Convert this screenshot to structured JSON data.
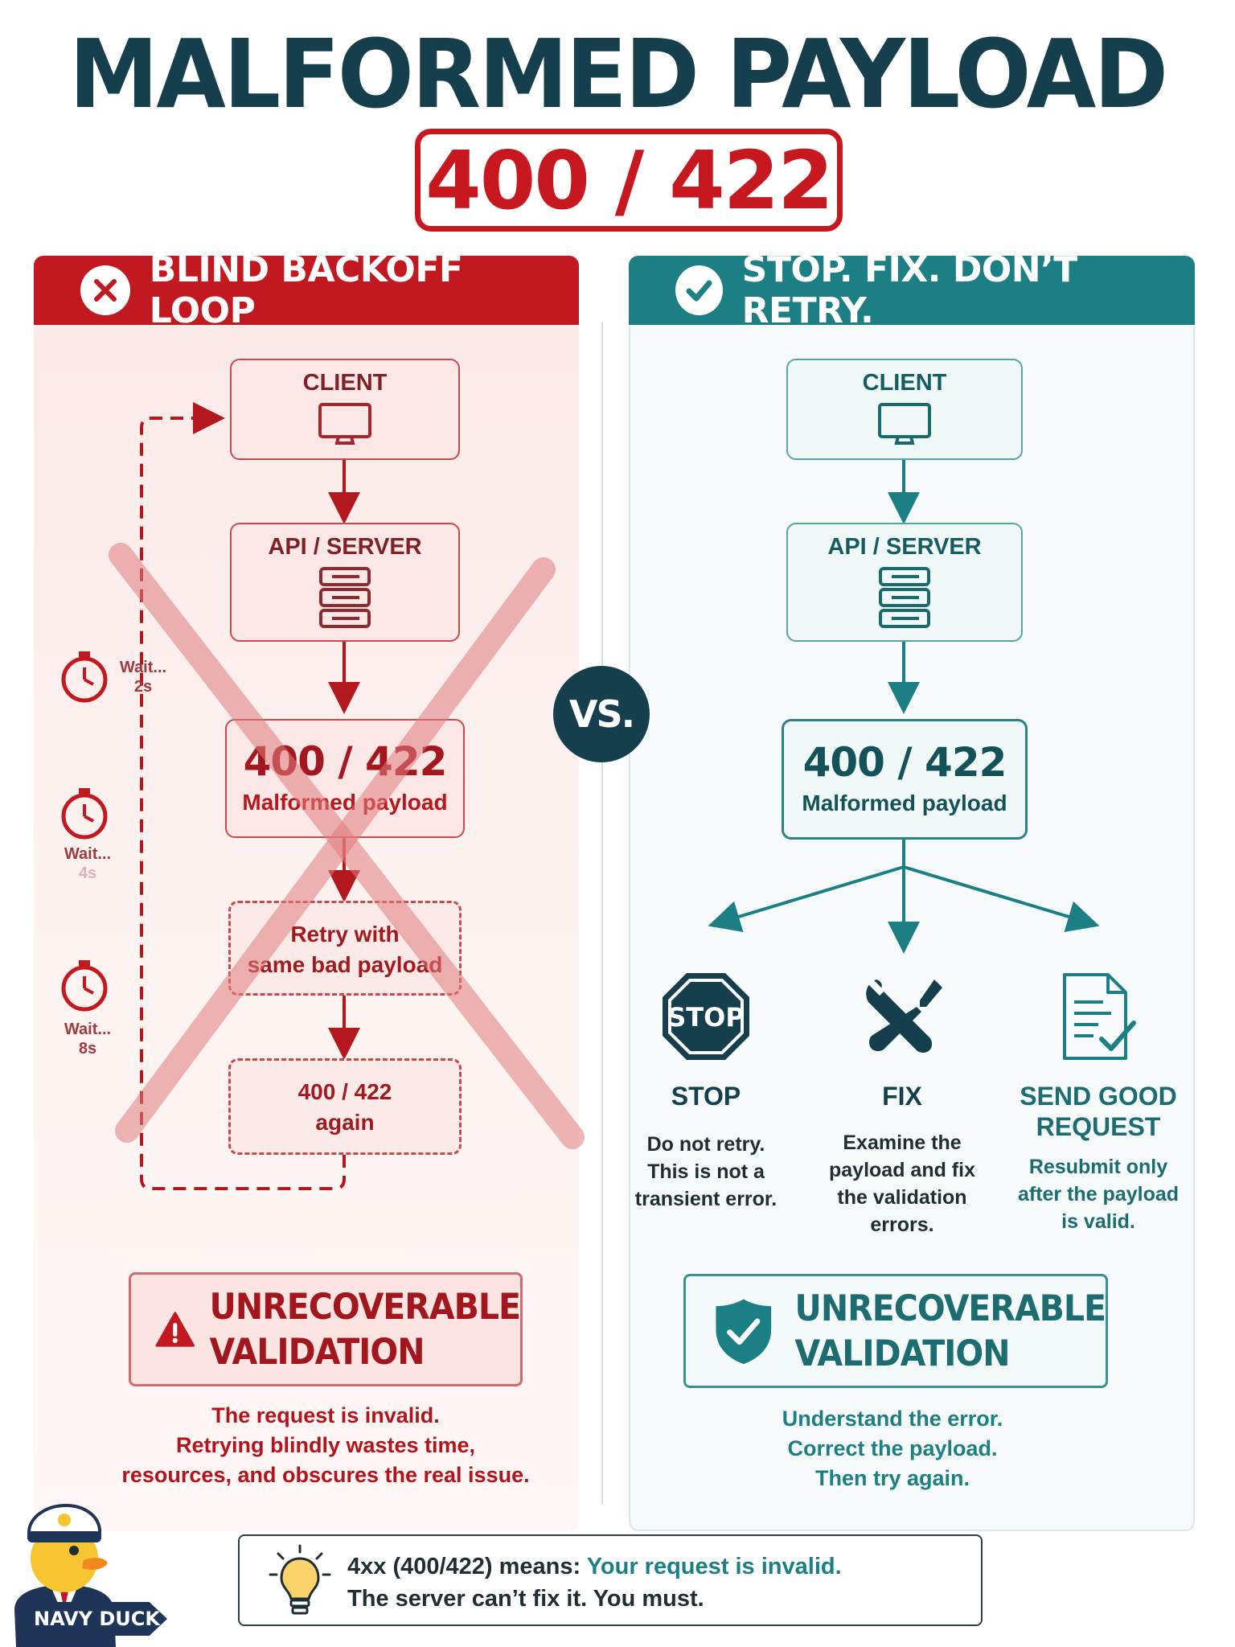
{
  "title": "MALFORMED PAYLOAD",
  "code": "400 / 422",
  "left": {
    "header": "BLIND BACKOFF LOOP",
    "client": "CLIENT",
    "server": "API / SERVER",
    "error_code": "400 / 422",
    "error_sub": "Malformed payload",
    "retry_line1": "Retry with",
    "retry_line2": "same bad payload",
    "again_code": "400 / 422",
    "again_sub": "again",
    "timers": [
      {
        "label": "Wait...",
        "value": "2s"
      },
      {
        "label": "Wait...",
        "value": "4s"
      },
      {
        "label": "Wait...",
        "value": "8s"
      }
    ],
    "warning_line1": "UNRECOVERABLE",
    "warning_line2": "VALIDATION",
    "desc_lines": [
      "The request is invalid.",
      "Retrying blindly wastes time,",
      "resources, and obscures the real issue."
    ]
  },
  "vs": "VS.",
  "right": {
    "header": "STOP. FIX. DON’T RETRY.",
    "client": "CLIENT",
    "server": "API / SERVER",
    "error_code": "400 / 422",
    "error_sub": "Malformed payload",
    "options": [
      {
        "icon_text": "STOP",
        "title_lines": [
          "STOP"
        ],
        "desc_lines": [
          "Do not retry.",
          "This is not a",
          "transient error."
        ]
      },
      {
        "title_lines": [
          "FIX"
        ],
        "desc_lines": [
          "Examine the",
          "payload and fix",
          "the validation",
          "errors."
        ]
      },
      {
        "title_lines": [
          "SEND GOOD",
          "REQUEST"
        ],
        "desc_lines": [
          "Resubmit only",
          "after the payload",
          "is valid."
        ]
      }
    ],
    "success_line1": "UNRECOVERABLE",
    "success_line2": "VALIDATION",
    "desc_lines": [
      "Understand the error.",
      "Correct the payload.",
      "Then try again."
    ]
  },
  "tip": {
    "prefix": "4xx (400/422) means: ",
    "highlight": "Your request is invalid.",
    "line2": "The server can’t fix it. You must."
  },
  "mascot": {
    "label": "NAVY DUCK"
  },
  "colors": {
    "red": "#c2181f",
    "teal": "#1c7f83",
    "navy": "#163f4d"
  },
  "icons": [
    "x-circle-icon",
    "check-circle-icon",
    "monitor-icon",
    "server-icon",
    "stopwatch-icon",
    "stop-sign-icon",
    "wrench-screwdriver-icon",
    "document-check-icon",
    "warning-triangle-icon",
    "shield-check-icon",
    "lightbulb-icon"
  ]
}
